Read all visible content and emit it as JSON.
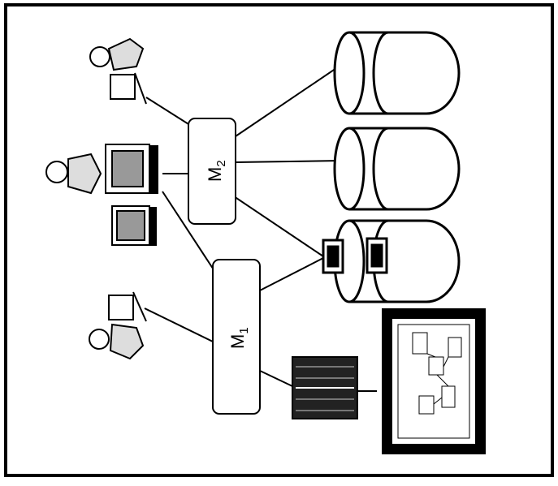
{
  "diagram": {
    "nodes": {
      "m1": {
        "label": "M",
        "subscript": "1"
      },
      "m2": {
        "label": "M",
        "subscript": "2"
      }
    },
    "icons": [
      "operator-icon",
      "computer-terminal-icon",
      "database-cylinder-icon",
      "tape-drive-icon",
      "document-stack-icon",
      "flowchart-window-icon"
    ],
    "colors": {
      "background": "#ffffff",
      "ink": "#000000"
    }
  }
}
